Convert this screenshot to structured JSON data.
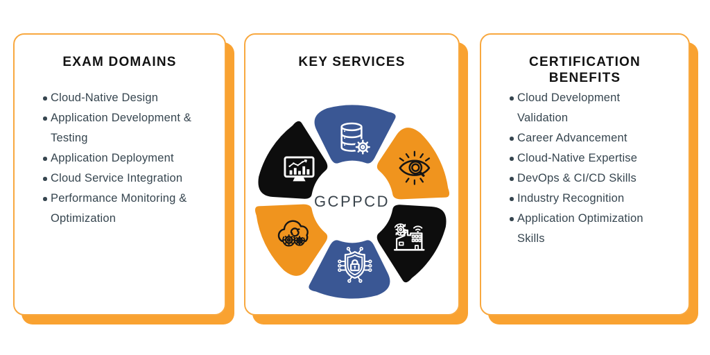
{
  "colors": {
    "accent_orange": "#F9A231",
    "card_border": "#F8A83F",
    "petal_blue": "#3A5794",
    "petal_orange": "#F0941E",
    "petal_black": "#0D0D0D",
    "icon_light": "#FFFFFF",
    "icon_dark": "#151515",
    "title_text": "#121212",
    "body_text": "#36454F",
    "center_text": "#39434B"
  },
  "cards": [
    {
      "title": "EXAM DOMAINS",
      "items": [
        "Cloud-Native Design",
        "Application Development &\nTesting",
        "Application Deployment",
        "Cloud Service Integration",
        "Performance Monitoring &\nOptimization"
      ]
    },
    {
      "title": "KEY SERVICES",
      "center_label": "GCPPCD",
      "petals": [
        {
          "position": "top",
          "color": "#3A5794",
          "icon": "database-gear-icon"
        },
        {
          "position": "top-right",
          "color": "#F0941E",
          "icon": "eye-search-icon"
        },
        {
          "position": "bottom-right",
          "color": "#0D0D0D",
          "icon": "smart-factory-icon"
        },
        {
          "position": "bottom",
          "color": "#3A5794",
          "icon": "shield-lock-circuit-icon"
        },
        {
          "position": "bottom-left",
          "color": "#F0941E",
          "icon": "cloud-sync-gears-icon"
        },
        {
          "position": "top-left",
          "color": "#0D0D0D",
          "icon": "analytics-monitor-icon"
        }
      ]
    },
    {
      "title": "CERTIFICATION\nBENEFITS",
      "items": [
        "Cloud Development\nValidation",
        "Career Advancement",
        "Cloud-Native Expertise",
        "DevOps & CI/CD Skills",
        "Industry Recognition",
        "Application Optimization\nSkills"
      ]
    }
  ]
}
